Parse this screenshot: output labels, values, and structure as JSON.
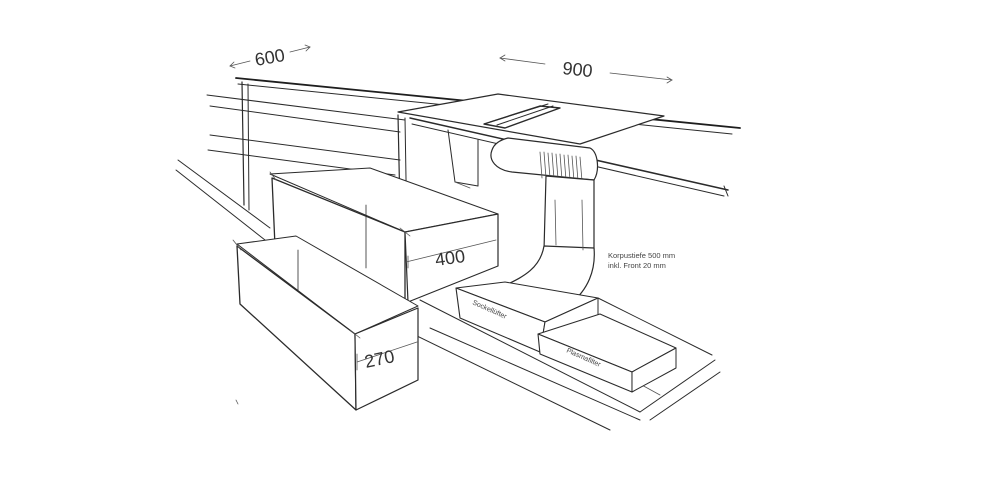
{
  "dimensions": {
    "width_600": "600",
    "width_900": "900",
    "drawer_400": "400",
    "drawer_270": "270"
  },
  "notes": {
    "depth_line1": "Korpustiefe 500 mm",
    "depth_line2": "inkl. Front 20 mm"
  },
  "components": {
    "plinth_fan": "Sockellüfter",
    "plasma_filter": "Plasmafilter"
  }
}
